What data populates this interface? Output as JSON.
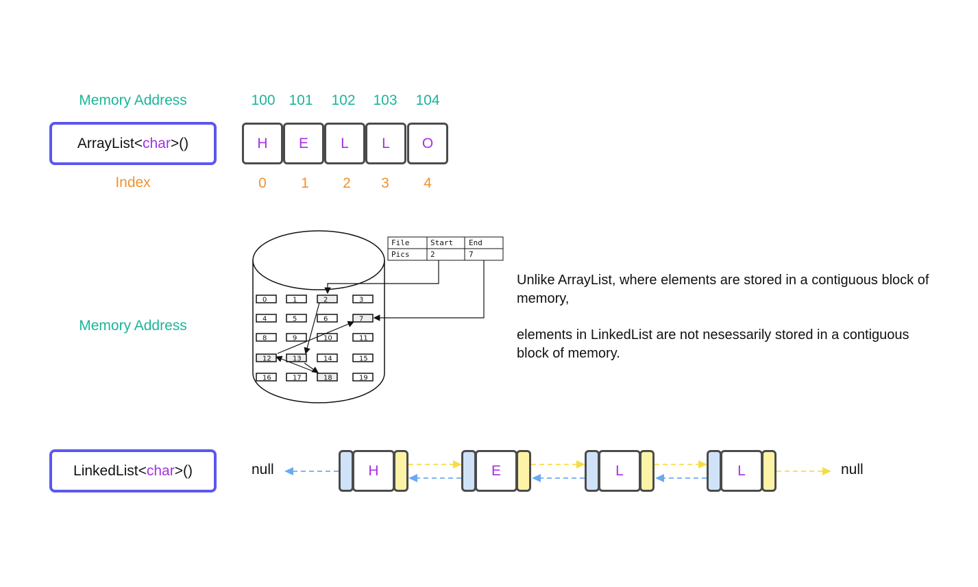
{
  "arraylist": {
    "memory_address_label": "Memory Address",
    "class_prefix": "ArrayList<",
    "class_type": "char",
    "class_suffix": ">()",
    "index_label": "Index",
    "addresses": [
      "100",
      "101",
      "102",
      "103",
      "104"
    ],
    "values": [
      "H",
      "E",
      "L",
      "L",
      "O"
    ],
    "indexes": [
      "0",
      "1",
      "2",
      "3",
      "4"
    ]
  },
  "disk": {
    "memory_address_label": "Memory Address",
    "table_headers": [
      "File",
      "Start",
      "End"
    ],
    "table_row": [
      "Pics",
      "2",
      "7"
    ],
    "blocks": [
      "0",
      "1",
      "2",
      "3",
      "4",
      "5",
      "6",
      "7",
      "8",
      "9",
      "10",
      "11",
      "12",
      "13",
      "14",
      "15",
      "16",
      "17",
      "18",
      "19"
    ]
  },
  "description": {
    "line1": "Unlike ArrayList, where elements are stored in a contiguous block of memory,",
    "line2": "elements in LinkedList are not nesessarily stored in a contiguous block of memory."
  },
  "linkedlist": {
    "class_prefix": "LinkedList<",
    "class_type": "char",
    "class_suffix": ">()",
    "null_left": "null",
    "null_right": "null",
    "values": [
      "H",
      "E",
      "L",
      "L"
    ]
  },
  "colors": {
    "teal": "#1bb59a",
    "orange": "#f0922e",
    "purple": "#a52fe3",
    "class_border": "#5b57f0",
    "prev_fill": "#cfe2f7",
    "next_fill": "#fdf3a7",
    "arrow_blue": "#6aaaf0",
    "arrow_yellow": "#f7dc45"
  }
}
